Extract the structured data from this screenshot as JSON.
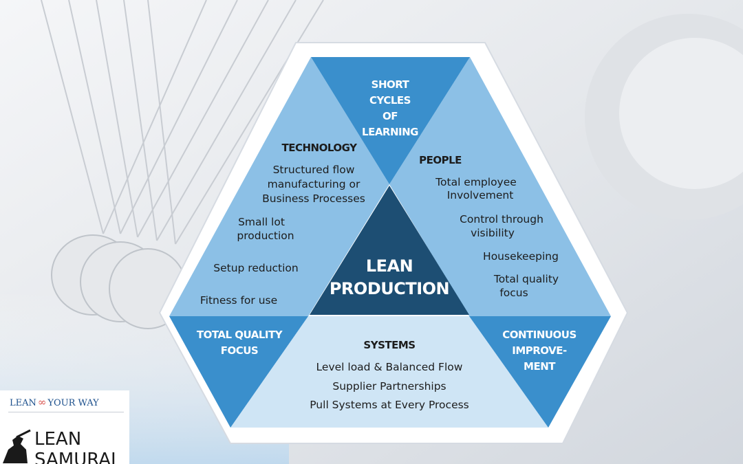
{
  "diagram": {
    "center": {
      "line1": "LEAN",
      "line2": "PRODUCTION"
    },
    "top_triangle": {
      "lines": [
        "SHORT",
        "CYCLES",
        "OF",
        "LEARNING"
      ]
    },
    "left_triangle": {
      "lines": [
        "TOTAL QUALITY",
        "FOCUS"
      ]
    },
    "right_triangle": {
      "lines": [
        "CONTINUOUS",
        "IMPROVE-",
        "MENT"
      ]
    },
    "technology": {
      "title": "TECHNOLOGY",
      "items": [
        {
          "lines": [
            "Structured flow",
            "manufacturing or",
            "Business Processes"
          ]
        },
        {
          "lines": [
            "Small lot",
            "production"
          ]
        },
        {
          "lines": [
            "Setup reduction"
          ]
        },
        {
          "lines": [
            "Fitness for use"
          ]
        }
      ]
    },
    "people": {
      "title": "PEOPLE",
      "items": [
        {
          "lines": [
            "Total employee",
            "Involvement"
          ]
        },
        {
          "lines": [
            "Control through",
            "visibility"
          ]
        },
        {
          "lines": [
            "Housekeeping"
          ]
        },
        {
          "lines": [
            "Total quality",
            "focus"
          ]
        }
      ]
    },
    "systems": {
      "title": "SYSTEMS",
      "items": [
        {
          "lines": [
            "Level load & Balanced Flow"
          ]
        },
        {
          "lines": [
            "Supplier Partnerships"
          ]
        },
        {
          "lines": [
            "Pull Systems at Every Process"
          ]
        }
      ]
    }
  },
  "brand": {
    "left_word": "LEAN",
    "right_word": "YOUR WAY",
    "title": "LEAN\nSAMURAI"
  },
  "colors": {
    "dark_center": "#1d4e73",
    "mid_blue": "#3a8fcc",
    "light_blue": "#8cc0e6",
    "pale_blue": "#cfe5f5",
    "text": "#1c1c1c"
  }
}
